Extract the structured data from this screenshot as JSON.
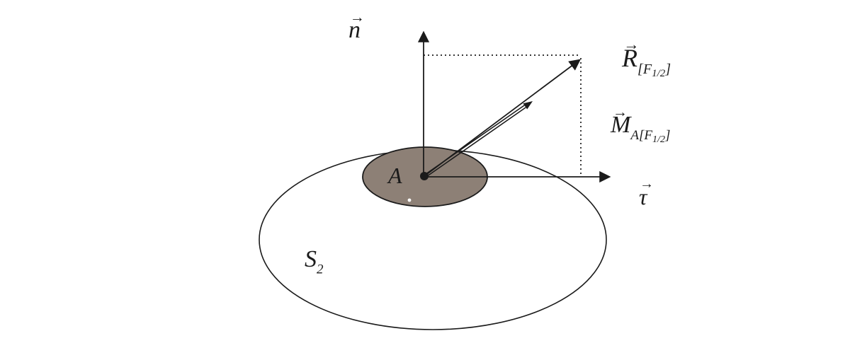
{
  "glyphs": {
    "vec_arrow": "→"
  },
  "colors": {
    "contact_area": "#8d8076",
    "stroke": "#1b1b1b"
  },
  "labels": {
    "n": "n",
    "tau": "τ",
    "R": {
      "main": "R",
      "sub_open": "[",
      "sub_F": "F",
      "sub_frac": "1/2",
      "sub_close": "]"
    },
    "M": {
      "main": "M",
      "sub_A": "A",
      "sub_open": "[",
      "sub_F": "F",
      "sub_frac": "1/2",
      "sub_close": "]"
    },
    "A": "A",
    "S": {
      "main": "S",
      "sub": "2"
    }
  }
}
